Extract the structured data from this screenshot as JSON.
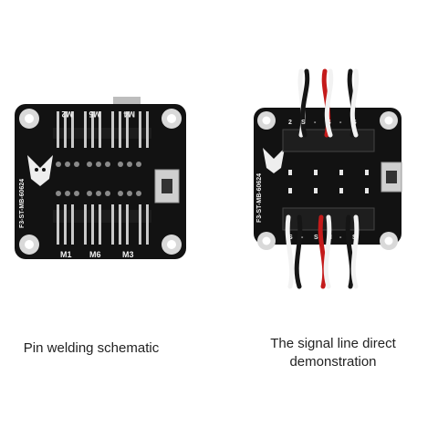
{
  "captions": {
    "left": "Pin welding schematic",
    "right_line1": "The signal line direct",
    "right_line2": "demonstration"
  },
  "left_board": {
    "model_text": "F3-ST-MB-60624",
    "top_labels": [
      "M2",
      "M5",
      "M4"
    ],
    "bottom_labels": [
      "M1",
      "M6",
      "M3"
    ]
  },
  "right_board": {
    "model_text": "F3-ST-MB-60624",
    "top_labels": [
      "2",
      "S",
      "-",
      "S",
      "-",
      "S"
    ],
    "bottom_labels": [
      "S",
      "-",
      "S",
      "M",
      "-",
      "S"
    ]
  },
  "colors": {
    "board": "#111111",
    "wire_red": "#c41a1a",
    "wire_white": "#f2f2f2",
    "wire_black": "#151515"
  }
}
